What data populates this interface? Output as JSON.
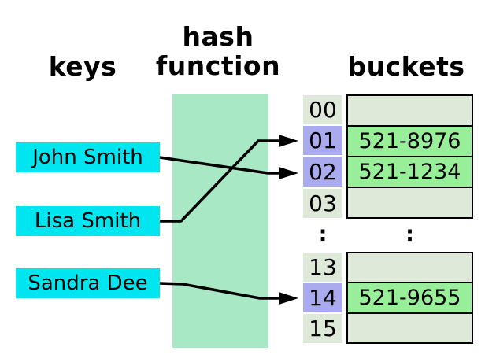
{
  "headers": {
    "keys": "keys",
    "hash_function_line1": "hash",
    "hash_function_line2": "function",
    "buckets": "buckets"
  },
  "keys": [
    {
      "label": "John Smith"
    },
    {
      "label": "Lisa Smith"
    },
    {
      "label": "Sandra Dee"
    }
  ],
  "mappings": [
    {
      "key": "John Smith",
      "bucket_index": "02"
    },
    {
      "key": "Lisa Smith",
      "bucket_index": "01"
    },
    {
      "key": "Sandra Dee",
      "bucket_index": "14"
    }
  ],
  "buckets": {
    "ellipsis": ":",
    "rows": [
      {
        "index": "00",
        "value": "",
        "highlighted": false
      },
      {
        "index": "01",
        "value": "521-8976",
        "highlighted": true
      },
      {
        "index": "02",
        "value": "521-1234",
        "highlighted": true
      },
      {
        "index": "03",
        "value": "",
        "highlighted": false
      },
      {
        "index": "13",
        "value": "",
        "highlighted": false
      },
      {
        "index": "14",
        "value": "521-9655",
        "highlighted": true
      },
      {
        "index": "15",
        "value": "",
        "highlighted": false
      }
    ]
  },
  "colors": {
    "key_box": "#00e6f0",
    "hash_box": "#a8e8c5",
    "bucket_empty": "#dfe9da",
    "bucket_filled": "#99ee99",
    "index_default": "#dfe9da",
    "index_highlighted": "#aaaaee",
    "arrow": "#000000"
  }
}
